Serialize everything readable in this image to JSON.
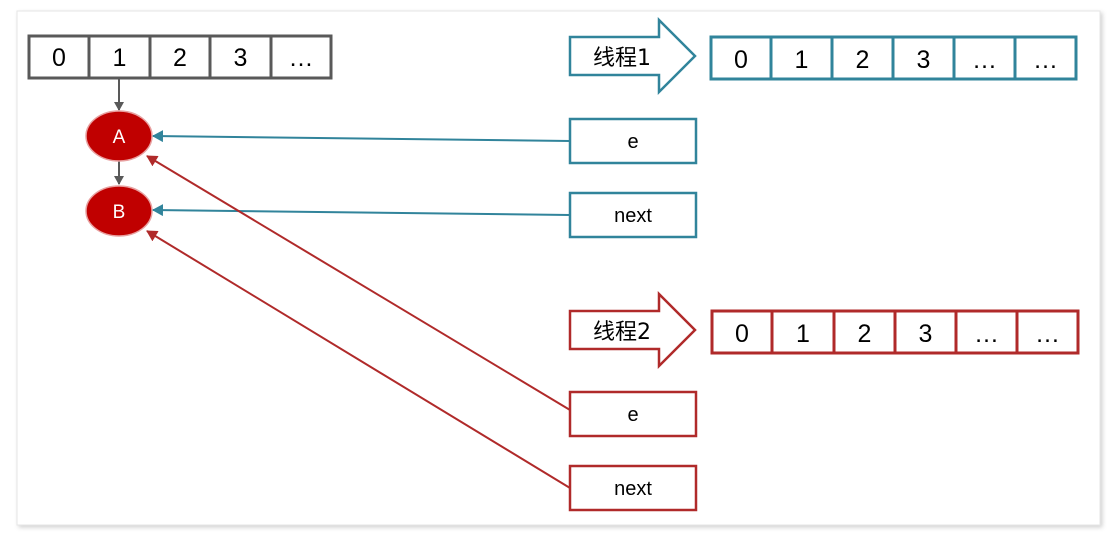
{
  "main_array": {
    "cells": [
      "0",
      "1",
      "2",
      "3",
      "…"
    ]
  },
  "nodes": [
    {
      "id": "A",
      "label": "A"
    },
    {
      "id": "B",
      "label": "B"
    }
  ],
  "threads": [
    {
      "label": "线程1",
      "cells": [
        "0",
        "1",
        "2",
        "3",
        "…",
        "…"
      ],
      "pointers": [
        "e",
        "next"
      ],
      "color": "#31849B",
      "pointer_targets": [
        "A",
        "B"
      ]
    },
    {
      "label": "线程2",
      "cells": [
        "0",
        "1",
        "2",
        "3",
        "…",
        "…"
      ],
      "pointers": [
        "e",
        "next"
      ],
      "color": "#B02A2A",
      "pointer_targets": [
        "A",
        "B"
      ]
    }
  ],
  "colors": {
    "main_border": "#595959",
    "node_fill": "#C00000",
    "node_stroke": "#E8A0A0",
    "node_text": "#ffffff",
    "link_arrow": "#595959"
  }
}
